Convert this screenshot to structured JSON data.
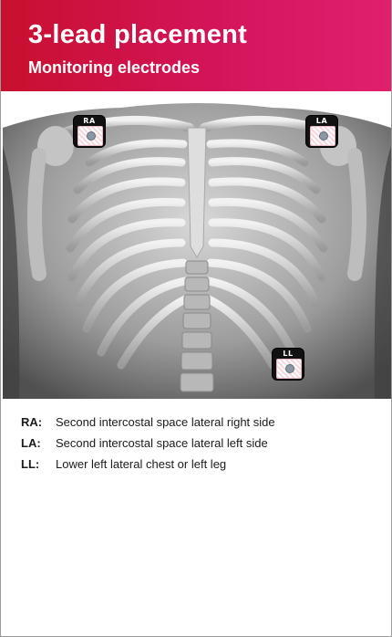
{
  "header": {
    "title": "3-lead placement",
    "subtitle": "Monitoring electrodes"
  },
  "electrodes": [
    {
      "label": "RA"
    },
    {
      "label": "LA"
    },
    {
      "label": "LL"
    }
  ],
  "legend": [
    {
      "key": "RA:",
      "text": "Second intercostal space lateral right side"
    },
    {
      "key": "LA:",
      "text": "Second intercostal space lateral left side"
    },
    {
      "key": "LL:",
      "text": "Lower left lateral chest or left leg"
    }
  ],
  "colors": {
    "header_start": "#c8102e",
    "header_end": "#e0206e",
    "electrode_body": "#111111",
    "electrode_pad": "#f8d6dc"
  }
}
